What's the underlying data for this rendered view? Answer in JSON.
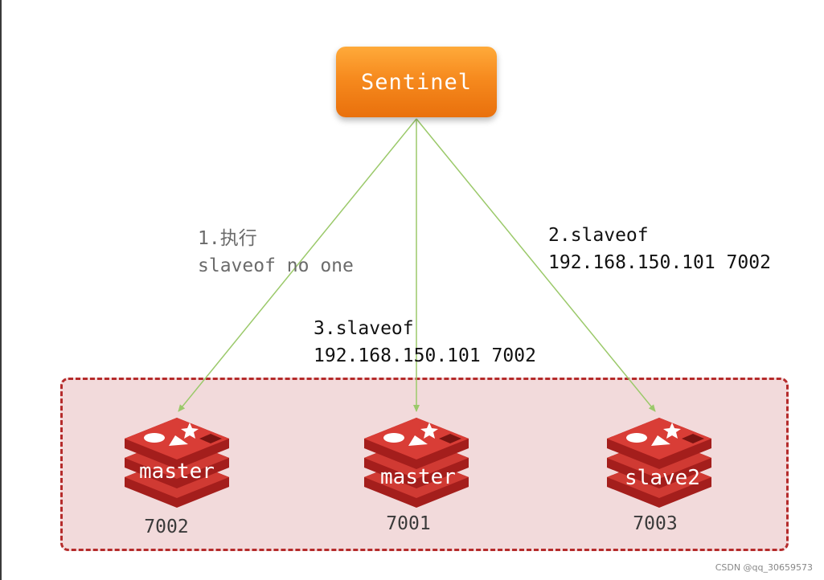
{
  "sentinel": {
    "label": "Sentinel"
  },
  "steps": {
    "step1": {
      "line1": "1.执行",
      "line2": "slaveof no one"
    },
    "step2": {
      "line1": "2.slaveof",
      "line2": "192.168.150.101 7002"
    },
    "step3": {
      "line1": "3.slaveof",
      "line2": "192.168.150.101 7002"
    }
  },
  "nodes": [
    {
      "name": "master",
      "port": "7002",
      "icon": "redis-icon"
    },
    {
      "name": "master",
      "port": "7001",
      "icon": "redis-icon"
    },
    {
      "name": "slave2",
      "port": "7003",
      "icon": "redis-icon"
    }
  ],
  "watermark": "CSDN @qq_30659573",
  "colors": {
    "sentinel": "#f68a1e",
    "edge": "#9bc96a",
    "cluster_border": "#b52b2b",
    "cluster_fill": "#f2dadb",
    "redis": "#c9302c"
  }
}
